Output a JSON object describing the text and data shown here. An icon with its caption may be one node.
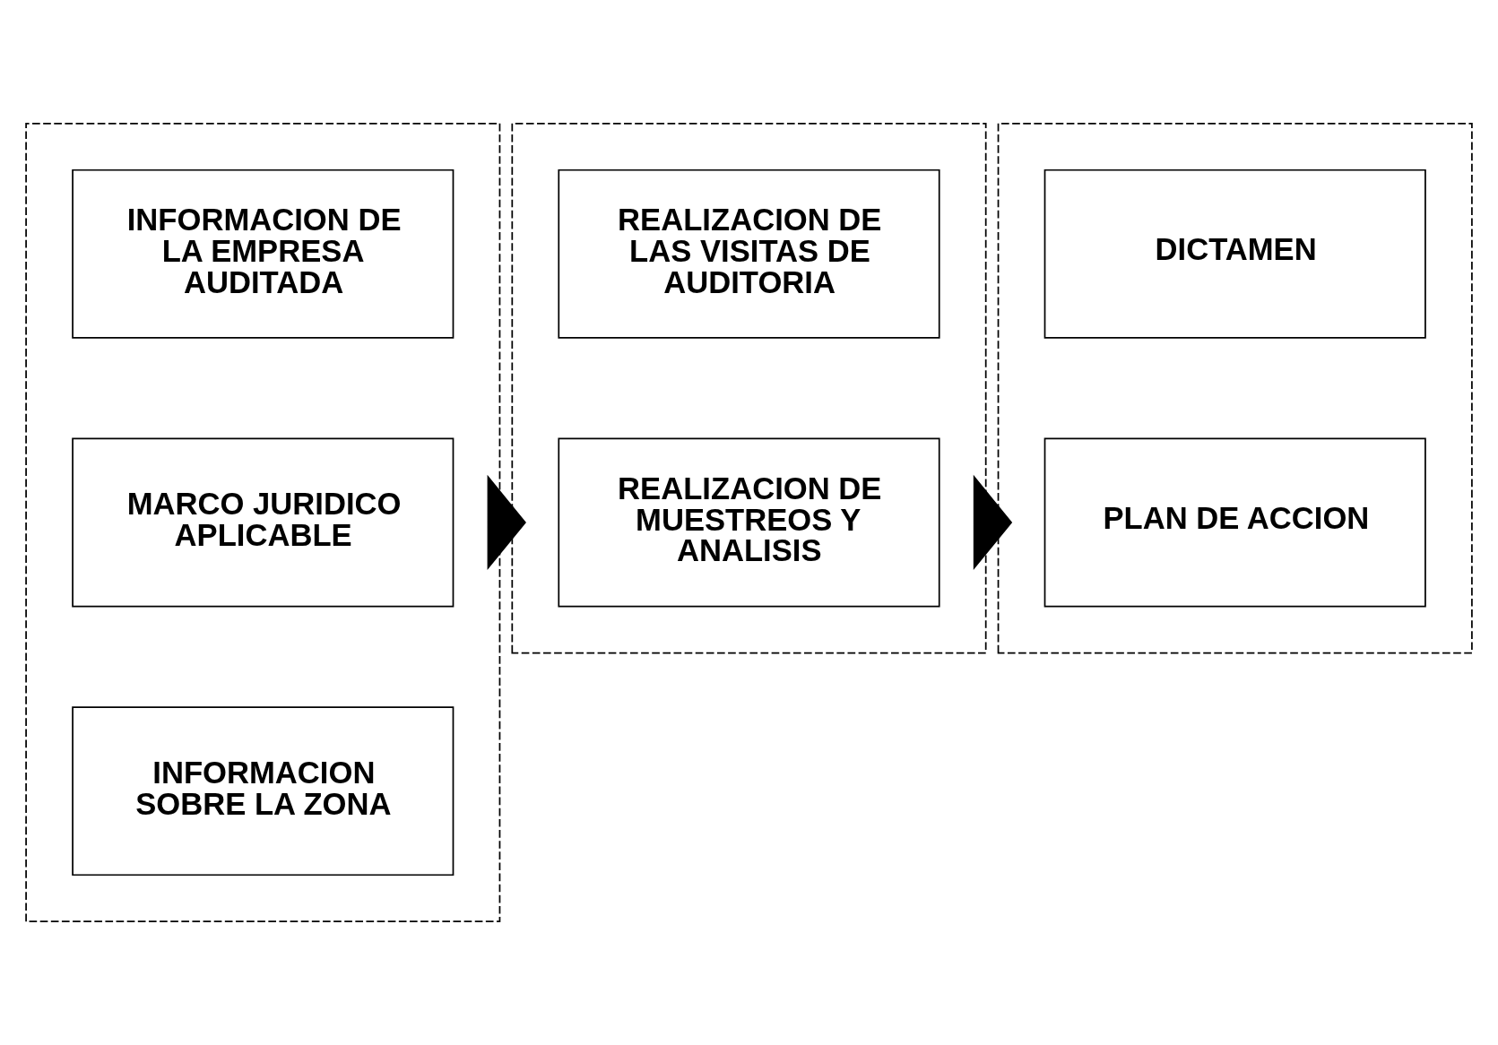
{
  "diagram": {
    "nodes": [
      {
        "text": [],
        "shape": "box"
      },
      {
        "text": [
          "INFORMACION DE LA EMPRESA AUDITADA"
        ],
        "in": 0
      },
      {
        "text": [
          "MARCO JURIDICO APLICABLE"
        ],
        "in": 0
      },
      {
        "text": [
          "INFORMACION SOBRE LA ZONA"
        ],
        "in": 0
      },
      {
        "text": [],
        "shape": "box"
      },
      {
        "text": [
          "REALIZACION DE LAS VISITAS DE AUDITORIA"
        ],
        "in": 4
      },
      {
        "text": [
          "REALIZACION DE MUESTREOS Y ANALISIS"
        ],
        "in": 4
      },
      {
        "text": [],
        "shape": "box"
      },
      {
        "text": [
          "DICTAMEN"
        ],
        "in": 7
      },
      {
        "text": [
          "PLAN DE ACCION"
        ],
        "in": 7
      }
    ],
    "edges": [
      {
        "from": 0,
        "to": 4,
        "arrow": "to",
        "style": "thick"
      },
      {
        "from": 4,
        "to": 7,
        "arrow": "to",
        "style": "thick"
      }
    ]
  }
}
